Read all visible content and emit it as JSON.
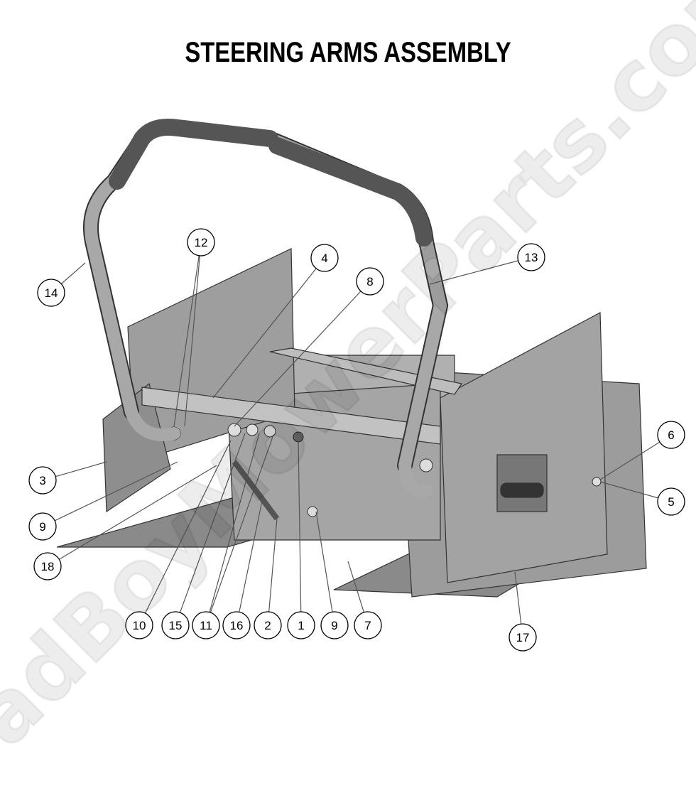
{
  "title": "STEERING ARMS ASSEMBLY",
  "watermark": "BadBoyMowerParts.com",
  "callouts": [
    {
      "label": "12"
    },
    {
      "label": "4"
    },
    {
      "label": "8"
    },
    {
      "label": "13"
    },
    {
      "label": "14"
    },
    {
      "label": "6"
    },
    {
      "label": "5"
    },
    {
      "label": "3"
    },
    {
      "label": "9"
    },
    {
      "label": "18"
    },
    {
      "label": "10"
    },
    {
      "label": "15"
    },
    {
      "label": "11"
    },
    {
      "label": "16"
    },
    {
      "label": "2"
    },
    {
      "label": "1"
    },
    {
      "label": "9"
    },
    {
      "label": "7"
    },
    {
      "label": "17"
    }
  ]
}
